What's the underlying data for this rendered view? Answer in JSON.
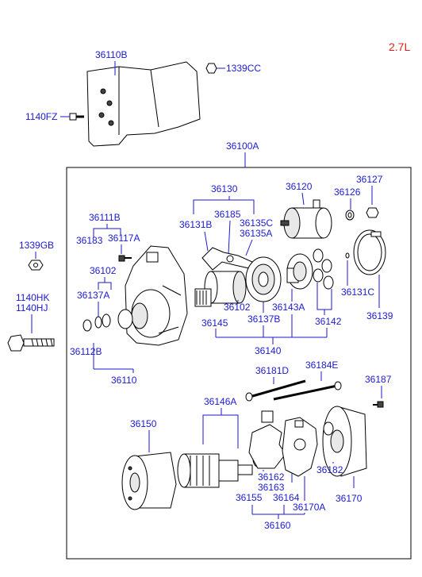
{
  "engine_label": "2.7L",
  "labels": {
    "36110B": "36110B",
    "1339CC": "1339CC",
    "1140FZ": "1140FZ",
    "36100A": "36100A",
    "36130": "36130",
    "36120": "36120",
    "36127": "36127",
    "36126": "36126",
    "36111B": "36111B",
    "36185": "36185",
    "36131B": "36131B",
    "36135C": "36135C",
    "36183": "36183",
    "36117A": "36117A",
    "36135A": "36135A",
    "1339GB": "1339GB",
    "36102a": "36102",
    "36137A": "36137A",
    "36131C": "36131C",
    "1140HK": "1140HK",
    "1140HJ": "1140HJ",
    "36102b": "36102",
    "36143A": "36143A",
    "36139": "36139",
    "36145": "36145",
    "36137B": "36137B",
    "36142": "36142",
    "36112B": "36112B",
    "36140": "36140",
    "36110": "36110",
    "36181D": "36181D",
    "36184E": "36184E",
    "36187": "36187",
    "36146A": "36146A",
    "36150": "36150",
    "36182": "36182",
    "36162": "36162",
    "36163": "36163",
    "36155": "36155",
    "36164": "36164",
    "36170A": "36170A",
    "36170": "36170",
    "36160": "36160"
  }
}
